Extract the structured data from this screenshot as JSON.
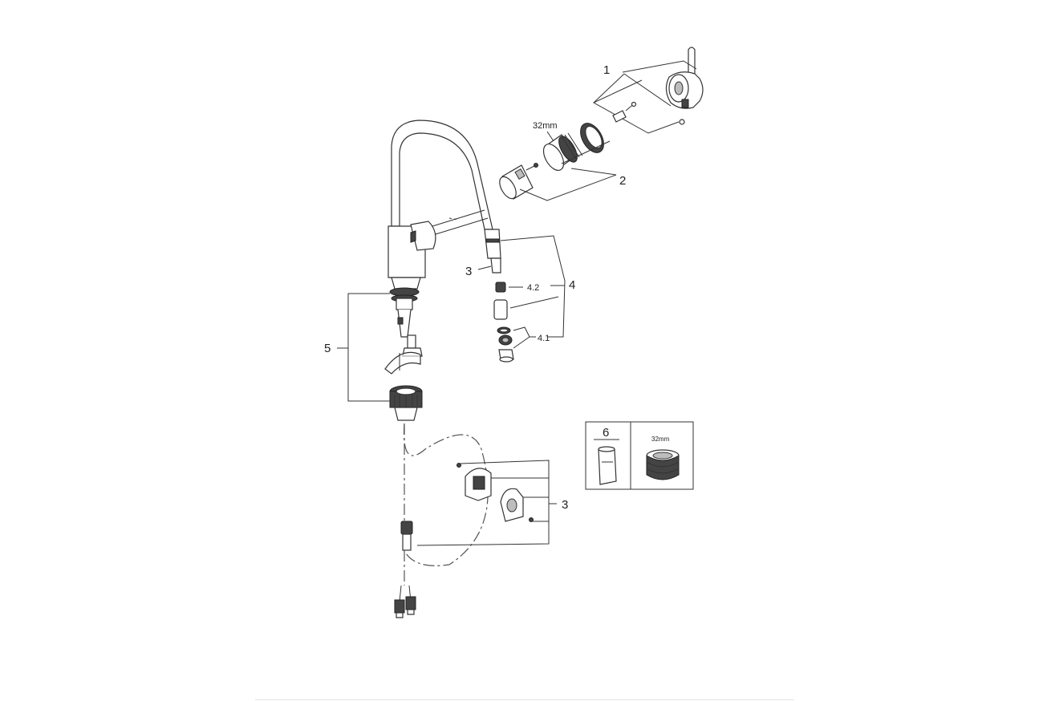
{
  "labels": {
    "part_1": "1",
    "part_2": "2",
    "part_3_spray": "3",
    "part_3_holder": "3",
    "part_4": "4",
    "part_4_2": "4.2",
    "part_4_1": "4.1",
    "part_5": "5",
    "part_6": "6",
    "cartridge_size": "32mm",
    "inset_cartridge_size": "32mm"
  }
}
